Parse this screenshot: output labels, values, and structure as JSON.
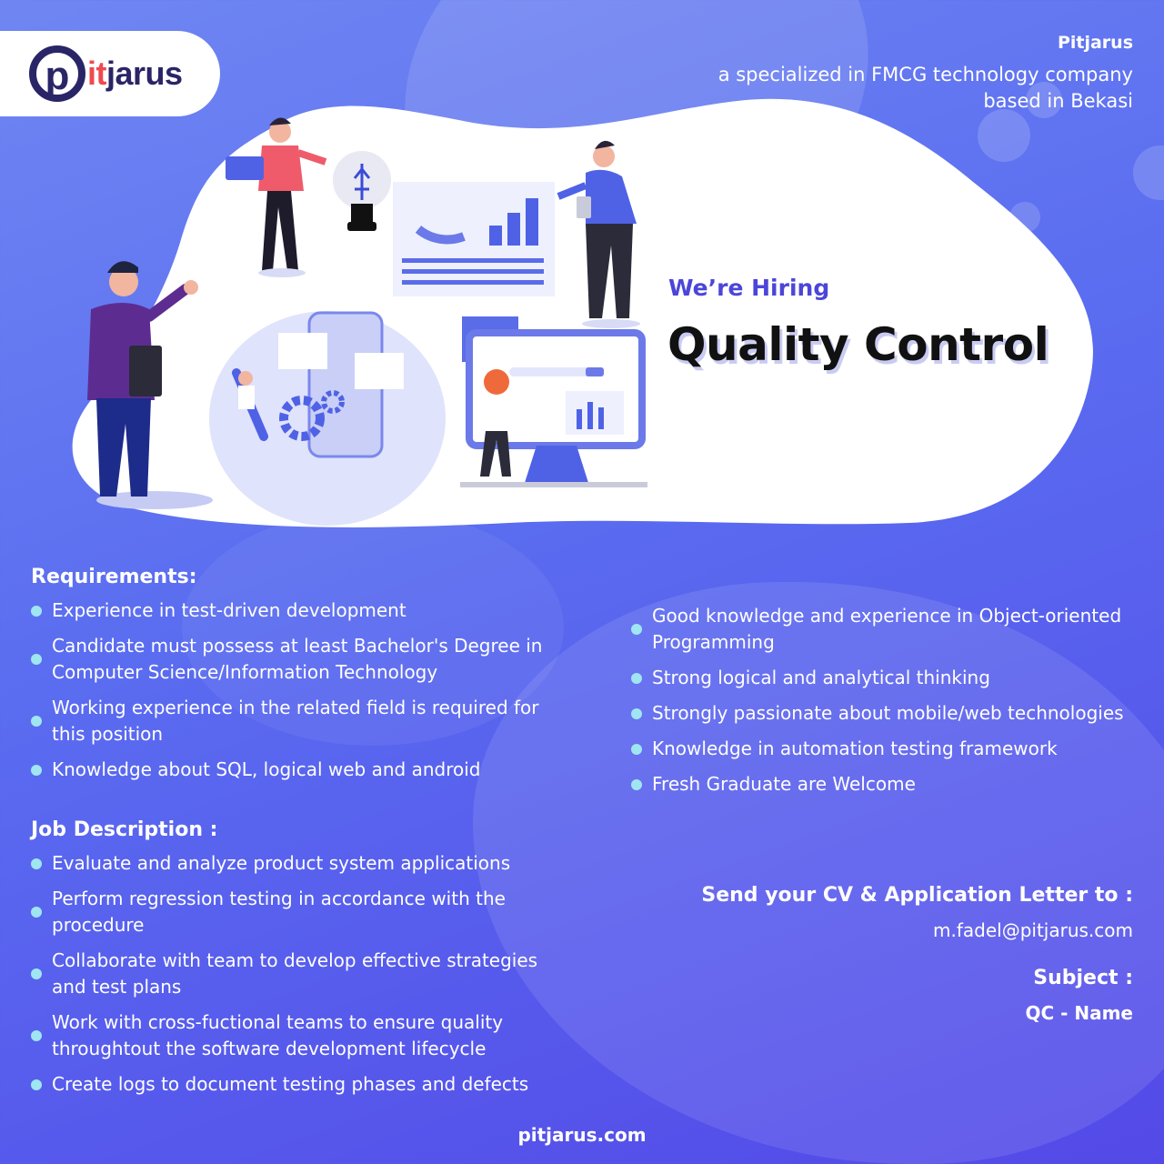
{
  "brand": {
    "logo_it": "it",
    "logo_jarus": "jarus",
    "logo_p": "p",
    "company_name": "Pitjarus",
    "description_line1": "a specialized in FMCG technology company",
    "description_line2": "based in Bekasi"
  },
  "hero": {
    "tagline": "We’re Hiring",
    "role": "Quality Control"
  },
  "requirements": {
    "title": "Requirements:",
    "left_items": [
      "Experience in test-driven development",
      "Candidate must possess at least Bachelor's Degree in Computer Science/Information Technology",
      "Working experience in the related field is required for this position",
      "Knowledge about SQL, logical web and android"
    ],
    "right_items": [
      "Good knowledge and experience in Object-oriented Programming",
      "Strong logical and analytical thinking",
      "Strongly passionate about mobile/web technologies",
      "Knowledge in automation testing framework",
      "Fresh Graduate are Welcome"
    ]
  },
  "job_description": {
    "title": "Job Description :",
    "items": [
      "Evaluate and analyze product system applications",
      "Perform regression testing in accordance with the procedure",
      "Collaborate with team to develop effective strategies and test plans",
      "Work with cross-fuctional teams to ensure quality throughtout the software development lifecycle",
      "Create logs to document testing phases and defects"
    ]
  },
  "apply": {
    "title": "Send your CV & Application Letter to :",
    "email": "m.fadel@pitjarus.com",
    "subject_title": "Subject :",
    "subject_value": "QC - Name"
  },
  "footer": {
    "website": "pitjarus.com"
  },
  "colors": {
    "background_top": "#6f86f2",
    "background_bottom": "#5349e8",
    "accent": "#4b46d8",
    "bullet": "#9fe6f2",
    "logo_red": "#ef4a4f",
    "logo_navy": "#2a2566"
  },
  "icons": [
    "lightbulb-usb-icon",
    "search-icon",
    "gear-icon",
    "wrench-icon",
    "bar-chart-icon"
  ]
}
